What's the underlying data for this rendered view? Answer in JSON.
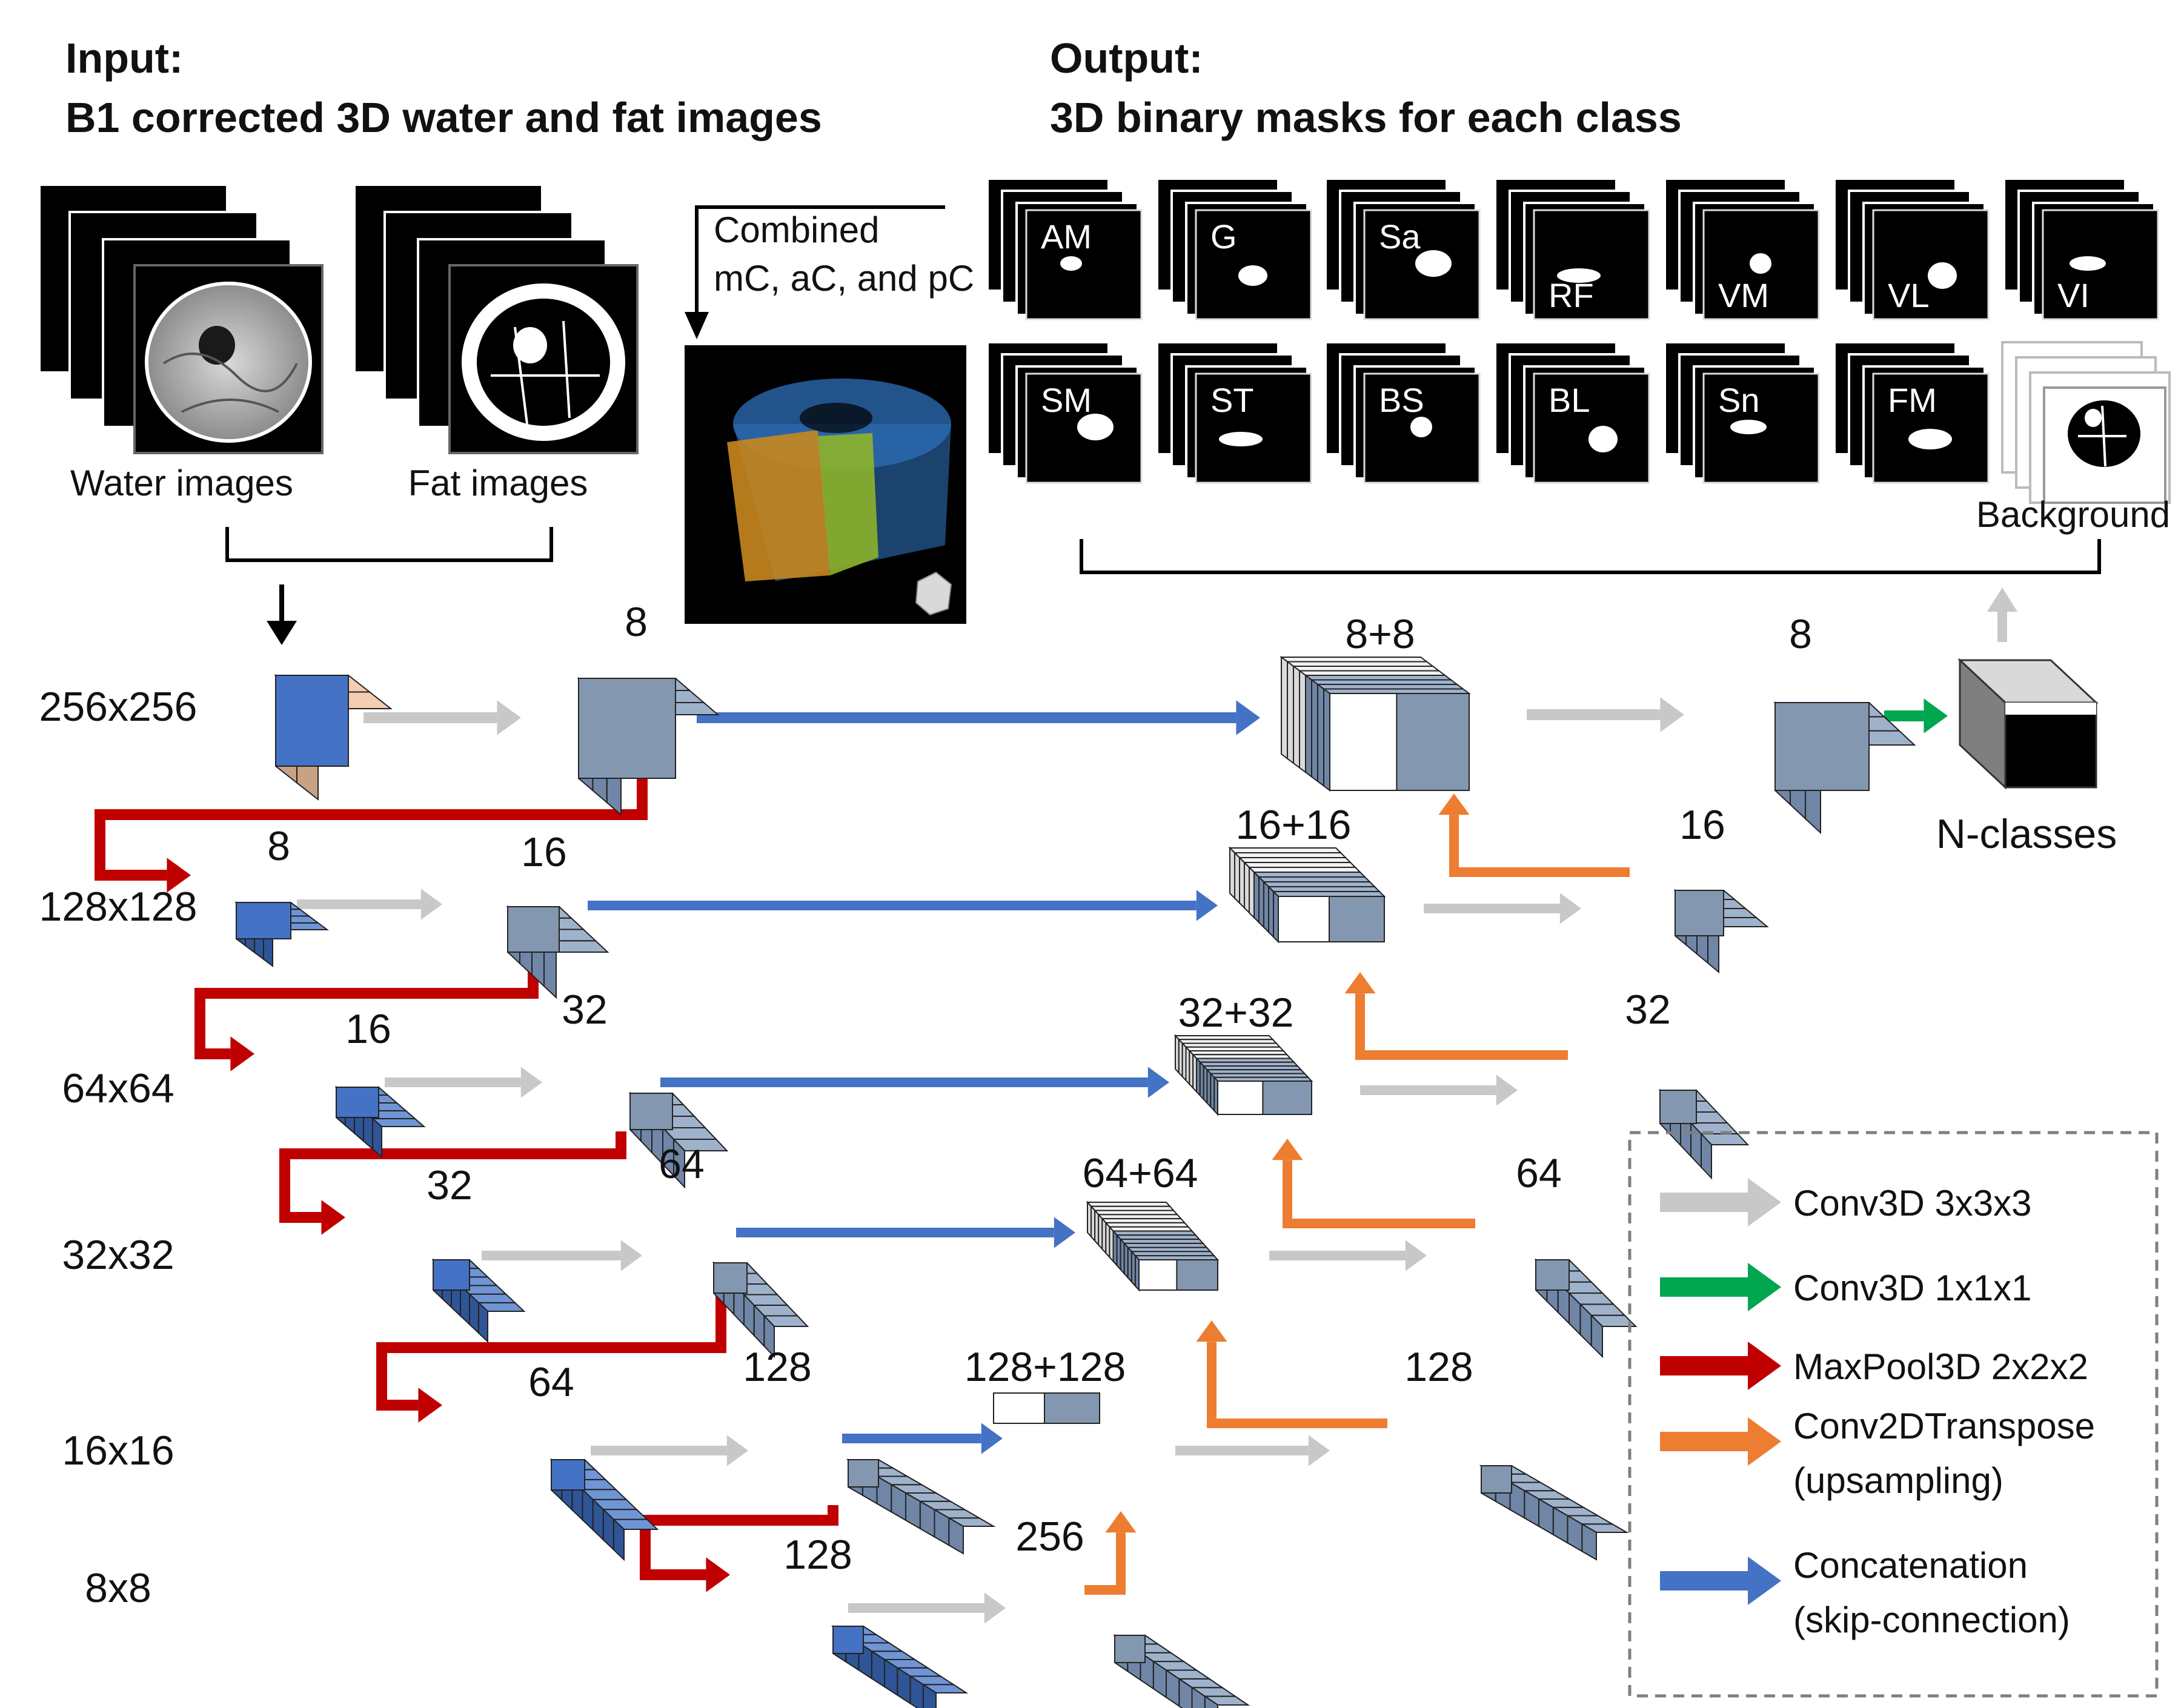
{
  "input": {
    "heading": "Input:",
    "subheading": "B1 corrected 3D water and fat images",
    "water_label": "Water images",
    "fat_label": "Fat images"
  },
  "combined_label_line1": "Combined",
  "combined_label_line2": "mC, aC, and pC",
  "output": {
    "heading": "Output:",
    "subheading": "3D binary masks for each class",
    "classes_row1": [
      "AM",
      "G",
      "Sa",
      "RF",
      "VM",
      "VL",
      "VI"
    ],
    "classes_row2": [
      "SM",
      "ST",
      "BS",
      "BL",
      "Sn",
      "FM"
    ],
    "background_label": "Background"
  },
  "resolutions": [
    "256x256",
    "128x128",
    "64x64",
    "32x32",
    "16x16",
    "8x8"
  ],
  "encoder_in_counts": [
    "8",
    "16",
    "32",
    "64",
    "128"
  ],
  "encoder_out_counts": [
    "8",
    "16",
    "32",
    "64",
    "128"
  ],
  "bottleneck_count": "256",
  "decoder_concat_counts": [
    "8+8",
    "16+16",
    "32+32",
    "64+64",
    "128+128"
  ],
  "decoder_out_counts": [
    "8",
    "16",
    "32",
    "64",
    "128"
  ],
  "n_classes_label": "N-classes",
  "legend": [
    {
      "color": "#c8c8c8",
      "line1": "Conv3D 3x3x3",
      "line2": ""
    },
    {
      "color": "#00a650",
      "line1": "Conv3D 1x1x1",
      "line2": ""
    },
    {
      "color": "#c00000",
      "line1": "MaxPool3D 2x2x2",
      "line2": ""
    },
    {
      "color": "#ed7d31",
      "line1": "Conv2DTranspose",
      "line2": "(upsampling)"
    },
    {
      "color": "#4472c4",
      "line1": "Concatenation",
      "line2": "(skip-connection)"
    }
  ],
  "colors": {
    "conv": "#c8c8c8",
    "conv1": "#00a650",
    "pool": "#c00000",
    "upsample": "#ed7d31",
    "concat": "#4472c4",
    "block_blue": "#4472c4",
    "block_grey": "#8497b0",
    "block_white": "#ffffff"
  }
}
